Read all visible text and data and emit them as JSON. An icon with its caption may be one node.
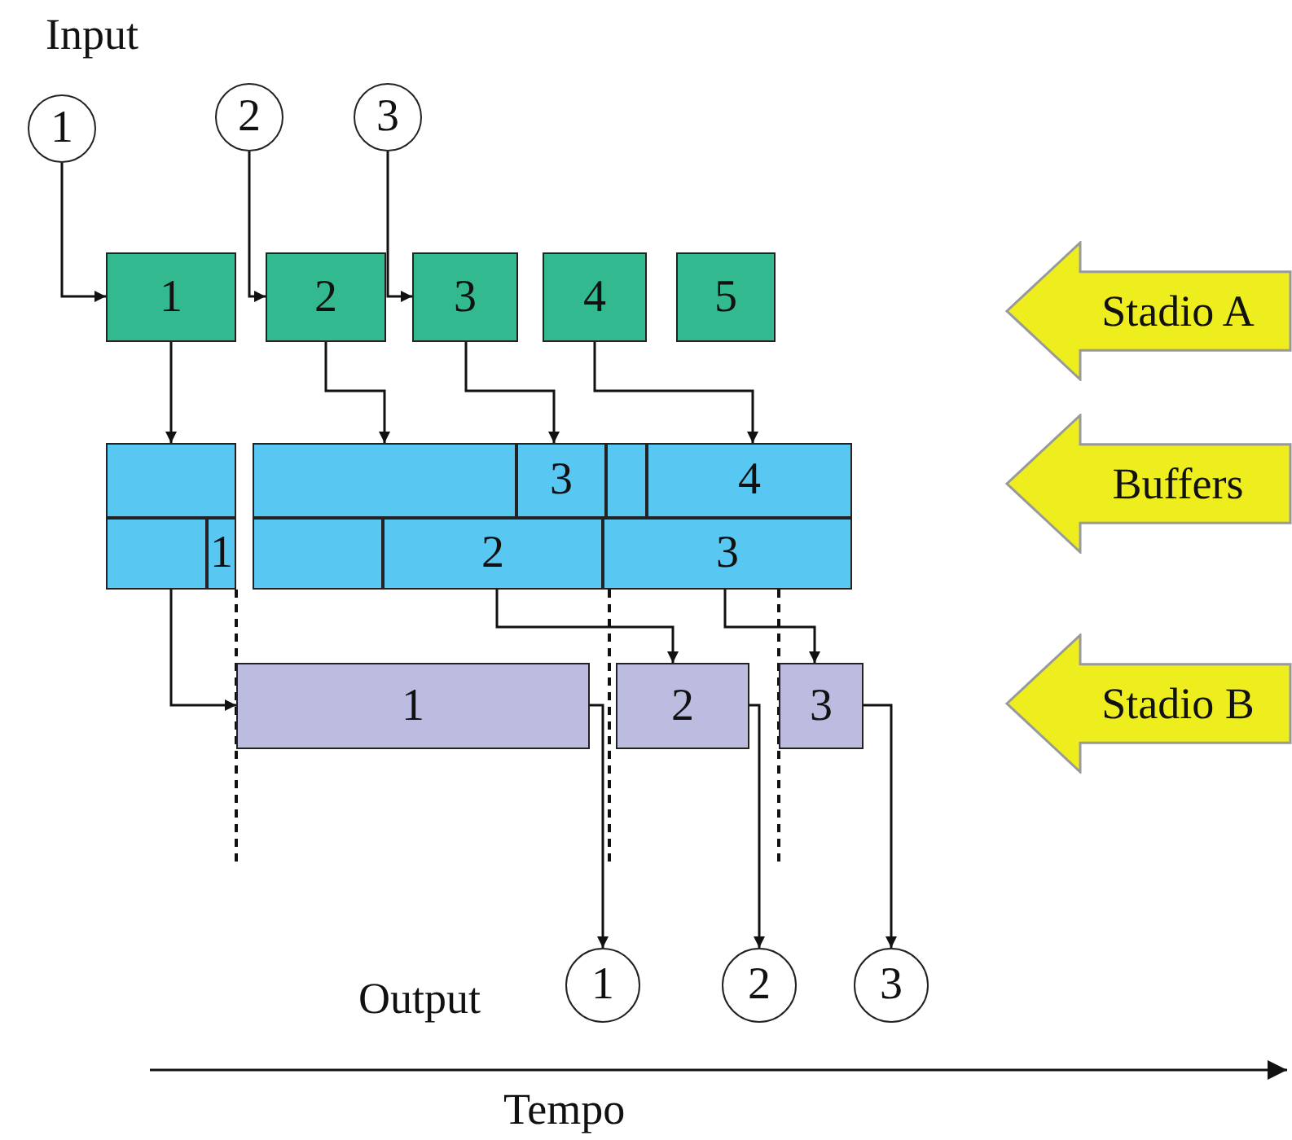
{
  "diagram": {
    "nodes": [
      {
        "text": [
          "1"
        ]
      },
      {
        "text": [
          "2"
        ]
      },
      {
        "text": [
          "3"
        ]
      },
      {
        "text": [
          "1"
        ]
      },
      {
        "text": [
          "2"
        ]
      },
      {
        "text": [
          "3"
        ]
      },
      {
        "text": [
          "4"
        ]
      },
      {
        "text": [
          "5"
        ]
      },
      {
        "text": [],
        "shape": "box"
      },
      {
        "text": [],
        "shape": "box"
      },
      {
        "text": [
          "3"
        ]
      },
      {
        "text": [],
        "shape": "box"
      },
      {
        "text": [
          "4"
        ]
      },
      {
        "text": [],
        "shape": "box"
      },
      {
        "text": [
          "1"
        ]
      },
      {
        "text": [],
        "shape": "box"
      },
      {
        "text": [
          "2"
        ]
      },
      {
        "text": [
          "3"
        ]
      },
      {
        "text": [
          "1"
        ]
      },
      {
        "text": [
          "2"
        ]
      },
      {
        "text": [
          "3"
        ]
      },
      {
        "text": [
          "1"
        ]
      },
      {
        "text": [
          "2"
        ]
      },
      {
        "text": [
          "3"
        ]
      },
      {
        "text": [
          "Stadio A"
        ]
      },
      {
        "text": [
          "Buffers"
        ]
      },
      {
        "text": [
          "Stadio B"
        ]
      }
    ],
    "edges": [
      {
        "from": 0,
        "to": 3,
        "arrow": "to"
      },
      {
        "from": 1,
        "to": 4,
        "arrow": "to"
      },
      {
        "from": 2,
        "to": 5,
        "arrow": "to"
      },
      {
        "from": 3,
        "to": 8,
        "arrow": "to"
      },
      {
        "from": 4,
        "to": 9,
        "arrow": "to"
      },
      {
        "from": 5,
        "to": 10,
        "arrow": "to"
      },
      {
        "from": 6,
        "to": 12,
        "arrow": "to"
      },
      {
        "from": 13,
        "to": 18,
        "arrow": "to"
      },
      {
        "from": 16,
        "to": 19,
        "arrow": "to"
      },
      {
        "from": 17,
        "to": 20,
        "arrow": "to"
      },
      {
        "from": 18,
        "to": 21,
        "arrow": "to"
      },
      {
        "from": 19,
        "to": 22,
        "arrow": "to"
      },
      {
        "from": 20,
        "to": 23,
        "arrow": "to"
      }
    ],
    "labels": [
      "Input",
      "Output",
      "Tempo"
    ]
  }
}
